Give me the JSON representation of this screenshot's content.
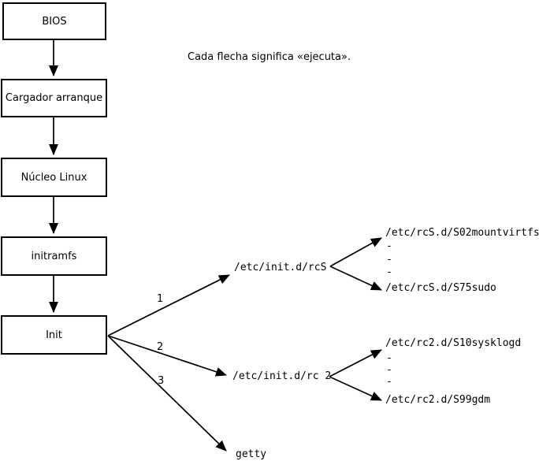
{
  "note": "Cada flecha significa «ejecuta».",
  "flow_boxes": [
    {
      "label": "BIOS"
    },
    {
      "label": "Cargador arranque"
    },
    {
      "label": "Núcleo Linux"
    },
    {
      "label": "initramfs"
    },
    {
      "label": "Init"
    }
  ],
  "branch_labels": [
    "1",
    "2",
    "3"
  ],
  "runlevel_S": {
    "script": "/etc/init.d/rcS",
    "first": "/etc/rcS.d/S02mountvirtfs",
    "last": "/etc/rcS.d/S75sudo"
  },
  "runlevel_2": {
    "script": "/etc/init.d/rc 2",
    "first": "/etc/rc2.d/S10sysklogd",
    "last": "/etc/rc2.d/S99gdm"
  },
  "getty": "getty",
  "dash": "-",
  "colors": {
    "line": "#000000",
    "background": "#ffffff"
  }
}
